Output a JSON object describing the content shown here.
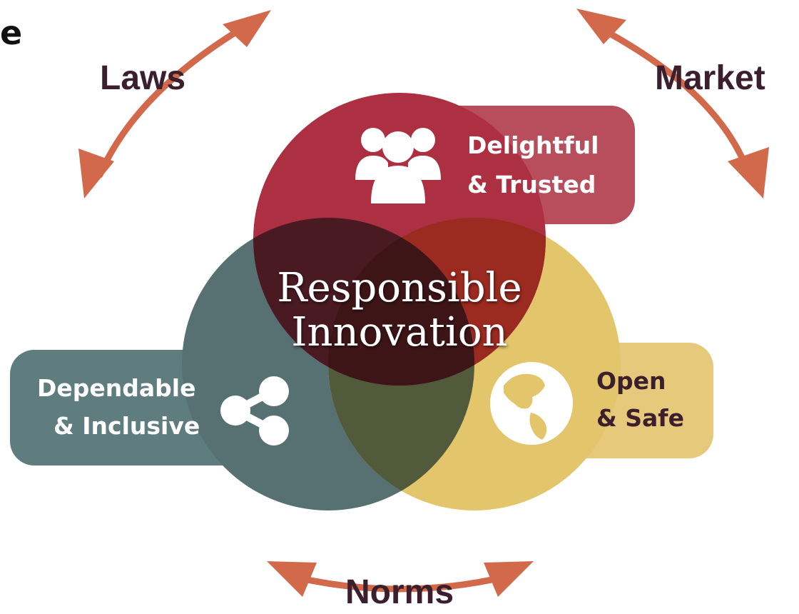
{
  "cropped_title_fragment": "e",
  "forces": {
    "laws": "Laws",
    "market": "Market",
    "norms": "Norms"
  },
  "center": {
    "line1": "Responsible",
    "line2": "Innovation"
  },
  "petals": {
    "top": {
      "line1": "Delightful",
      "line2": "& Trusted",
      "icon": "people-group-icon"
    },
    "left": {
      "line1": "Dependable",
      "line2": "& Inclusive",
      "icon": "share-icon"
    },
    "right": {
      "line1": "Open",
      "line2": "& Safe",
      "icon": "globe-icon"
    }
  },
  "colors": {
    "arrow": "#d2694b",
    "force_text": "#3c1f2c",
    "red_circle": "#ad2f42",
    "teal_circle": "#577173",
    "yellow_circle": "#e3c56c",
    "center_overlap": "#3e1517"
  }
}
